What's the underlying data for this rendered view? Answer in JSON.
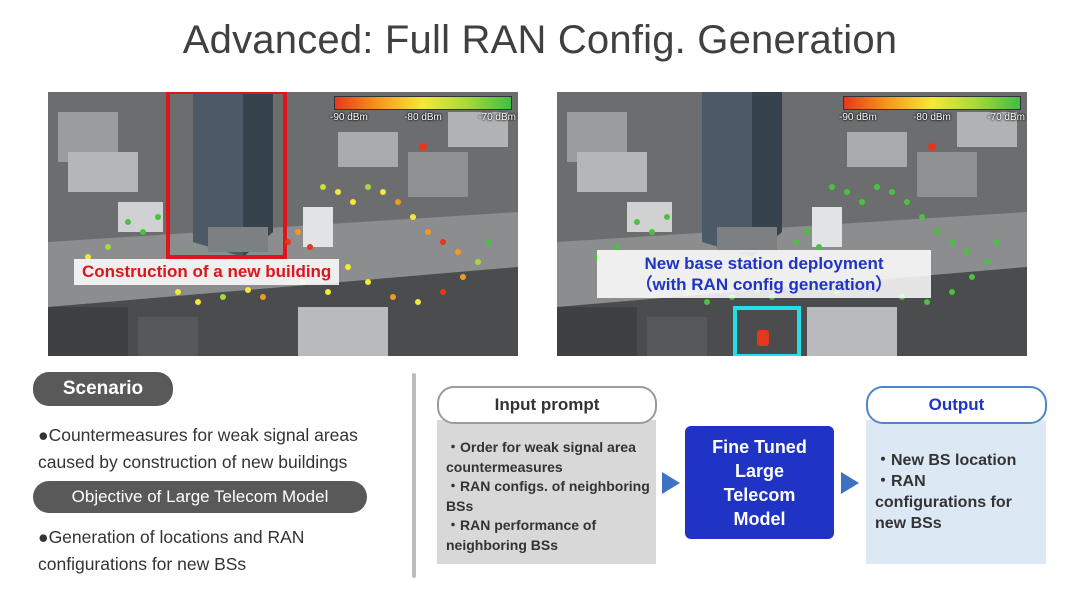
{
  "title": "Advanced: Full RAN Config. Generation",
  "left_image": {
    "caption": "Construction of a new building",
    "scale_labels": [
      "-90 dBm",
      "-80 dBm",
      "-70 dBm"
    ]
  },
  "right_image": {
    "caption_line1": "New base station deployment",
    "caption_line2": "（with RAN config generation）",
    "scale_labels": [
      "-90 dBm",
      "-80 dBm",
      "-70 dBm"
    ]
  },
  "scenario": {
    "label": "Scenario",
    "text_line1": "●Countermeasures for weak signal areas",
    "text_line2": "caused by construction of new buildings"
  },
  "objective": {
    "label": "Objective of Large Telecom Model",
    "text_line1": "●Generation of locations and RAN",
    "text_line2": "configurations for new BSs"
  },
  "input_prompt": {
    "label": "Input prompt",
    "items": [
      "・Order for weak signal area countermeasures",
      "・RAN configs. of neighboring BSs",
      "・RAN performance of neighboring BSs"
    ]
  },
  "model": {
    "label": "Fine Tuned Large Telecom Model"
  },
  "output": {
    "label": "Output",
    "items": [
      "・New BS location",
      "・RAN configurations for new BSs"
    ]
  },
  "colors": {
    "accent_blue": "#1f33c4",
    "alert_red": "#e0141a",
    "highlight_cyan": "#22e1e6",
    "pill_gray": "#595959"
  }
}
